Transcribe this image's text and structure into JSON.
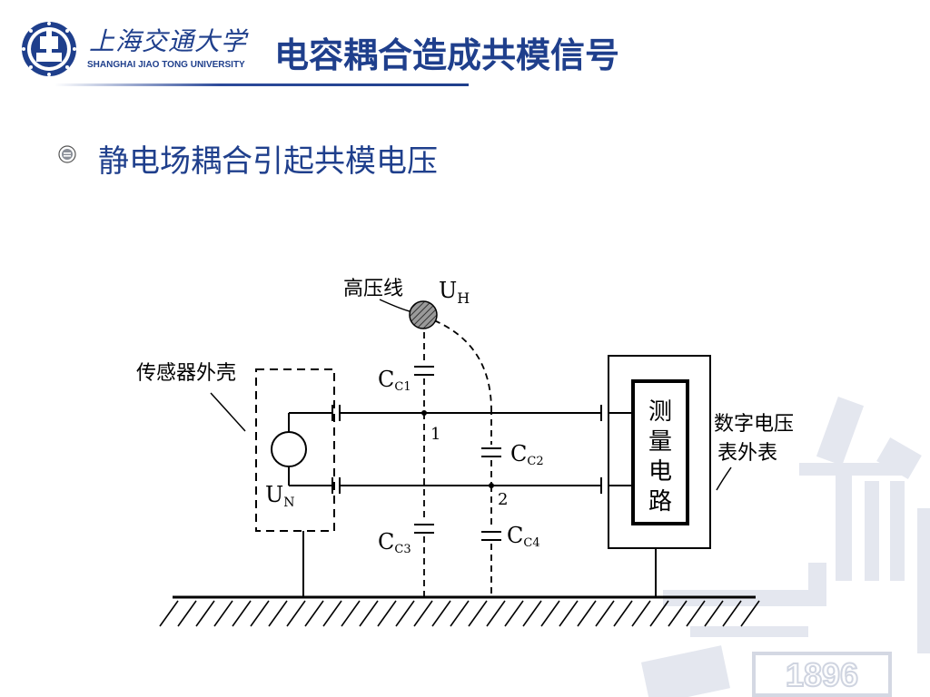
{
  "header": {
    "logo_cn": "上海交通大学",
    "logo_en": "SHANGHAI  JIAO TONG  UNIVERSITY",
    "title": "电容耦合造成共模信号"
  },
  "bullet": {
    "text": "静电场耦合引起共模电压"
  },
  "diagram": {
    "high_voltage_line": "高压线",
    "uh_main": "U",
    "uh_sub": "H",
    "sensor_housing": "传感器外壳",
    "un_main": "U",
    "un_sub": "N",
    "cc1_main": "C",
    "cc1_sub": "C1",
    "cc2_main": "C",
    "cc2_sub": "C2",
    "cc3_main": "C",
    "cc3_sub": "C3",
    "cc4_main": "C",
    "cc4_sub": "C4",
    "node1": "1",
    "node2": "2",
    "measure_circuit": [
      "测",
      "量",
      "电",
      "路"
    ],
    "meter_case_line1": "数字电压",
    "meter_case_line2": "表外表"
  },
  "watermark": {
    "year": "1896"
  },
  "colors": {
    "brand_blue": "#1f3f8c",
    "watermark_gray": "#e3e6ee"
  }
}
